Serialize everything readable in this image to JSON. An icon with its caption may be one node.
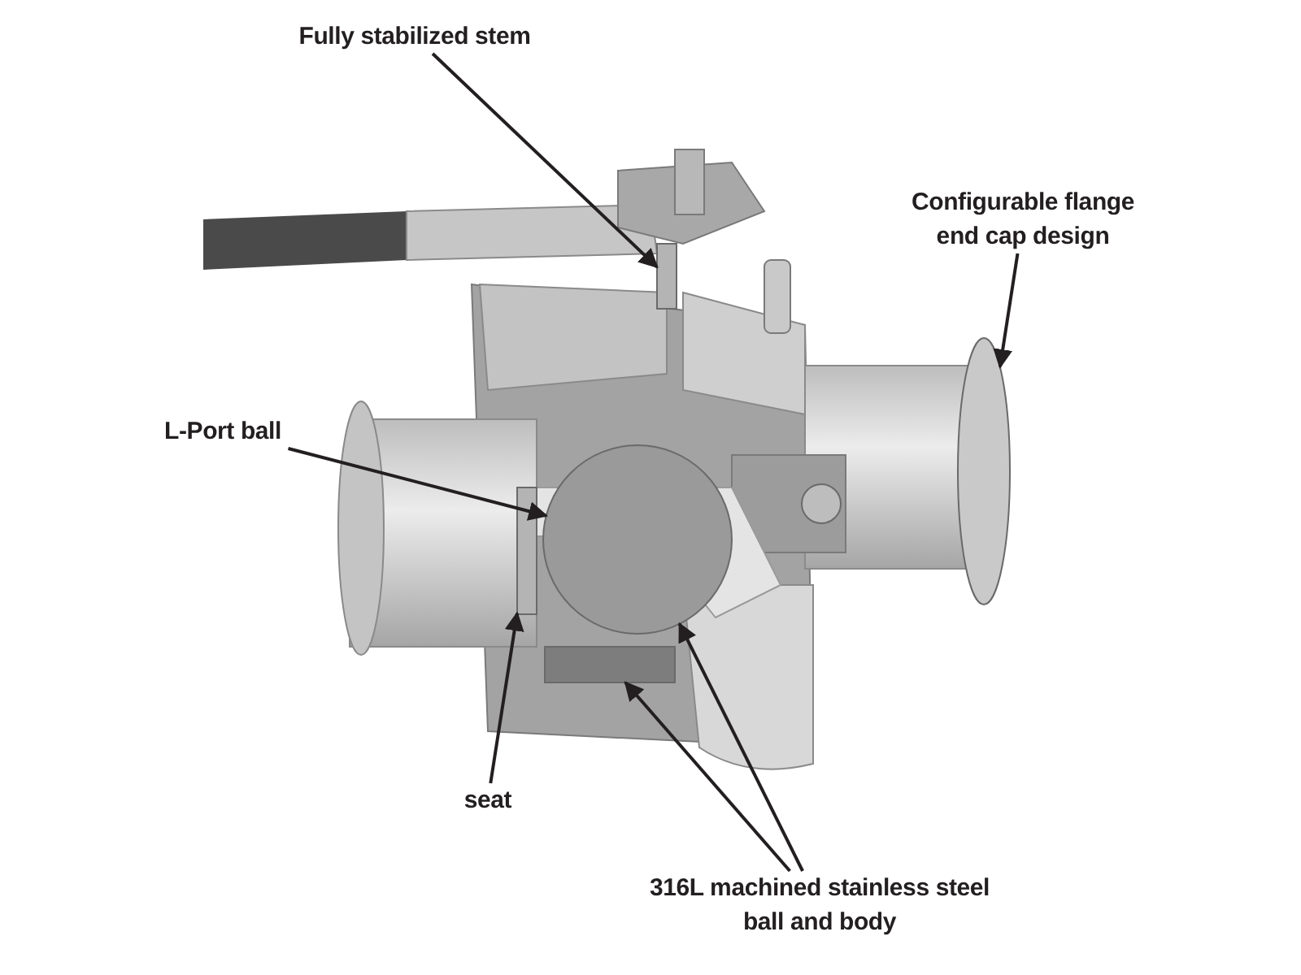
{
  "diagram": {
    "nodes": [
      {
        "text": [
          "L-Port ball"
        ]
      },
      {
        "text": [
          "seat"
        ]
      },
      {
        "text": [],
        "shape": "bar"
      },
      {
        "text": [],
        "shape": "circle"
      },
      {
        "text": [
          "Fully stabilized stem"
        ]
      },
      {
        "text": [],
        "shape": "bar"
      },
      {
        "text": [
          "Configurable flange end cap design"
        ]
      },
      {
        "text": [],
        "shape": "circle"
      },
      {
        "text": [
          "316L machined stainless steel ball and body"
        ]
      },
      {
        "text": [],
        "shape": "box"
      }
    ],
    "edges": [
      {
        "from": 0,
        "to": 3,
        "arrow": "to"
      },
      {
        "from": 1,
        "to": 2,
        "arrow": "to"
      },
      {
        "from": 4,
        "to": 5,
        "arrow": "to"
      },
      {
        "from": 6,
        "to": 7,
        "arrow": "to"
      },
      {
        "from": 8,
        "to": 9,
        "arrow": "to"
      },
      {
        "from": 8,
        "to": 3,
        "arrow": "to"
      }
    ]
  }
}
